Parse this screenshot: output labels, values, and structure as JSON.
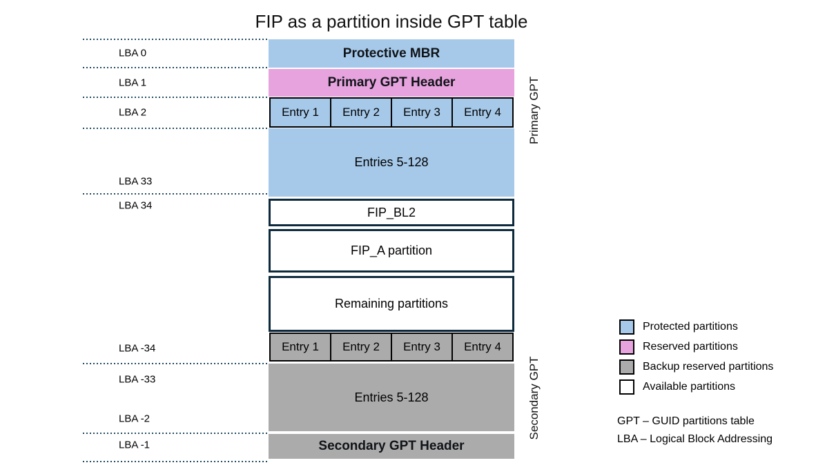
{
  "title": "FIP as a partition inside GPT table",
  "colors": {
    "protected": "#A6C9E9",
    "reserved": "#E6A3DD",
    "backup": "#ABABAB",
    "available": "#FFFFFF",
    "border_dark": "#0D2A3D",
    "dotted_line": "#1E4A5F"
  },
  "lba_labels": [
    "LBA 0",
    "LBA 1",
    "LBA 2",
    "LBA 33",
    "LBA 34",
    "LBA -34",
    "LBA -33",
    "LBA -2",
    "LBA -1"
  ],
  "blocks": {
    "protective_mbr": "Protective MBR",
    "primary_gpt_header": "Primary GPT Header",
    "entries_primary": "Entries 5-128",
    "fip_bl2": "FIP_BL2",
    "fip_a": "FIP_A partition",
    "remaining": "Remaining partitions",
    "entries_secondary": "Entries 5-128",
    "secondary_gpt_header": "Secondary GPT Header"
  },
  "entry_row": [
    "Entry 1",
    "Entry 2",
    "Entry 3",
    "Entry 4"
  ],
  "side_labels": {
    "primary": "Primary GPT",
    "secondary": "Secondary GPT"
  },
  "legend": [
    {
      "label": "Protected partitions",
      "color_key": "protected"
    },
    {
      "label": "Reserved partitions",
      "color_key": "reserved"
    },
    {
      "label": "Backup reserved partitions",
      "color_key": "backup"
    },
    {
      "label": "Available partitions",
      "color_key": "available"
    }
  ],
  "abbreviations": [
    "GPT – GUID partitions table",
    "LBA – Logical Block Addressing"
  ]
}
